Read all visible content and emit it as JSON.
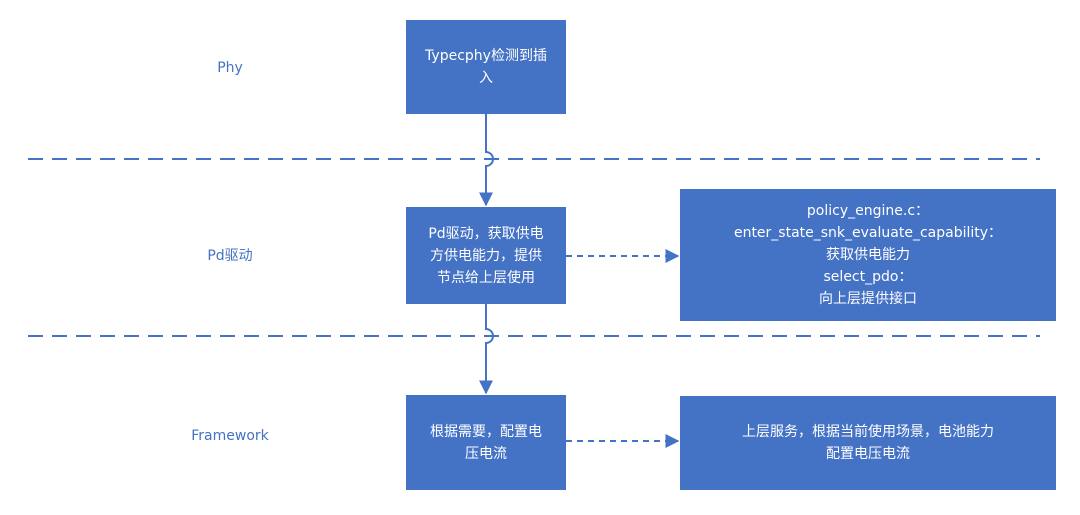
{
  "layers": {
    "phy": "Phy",
    "pd": "Pd驱动",
    "framework": "Framework"
  },
  "boxes": {
    "phy_detect": [
      "Typecphy检测到插",
      "入"
    ],
    "pd_driver": [
      "Pd驱动，获取供电",
      "方供电能力，提供",
      "节点给上层使用"
    ],
    "policy_engine": [
      "policy_engine.c：",
      "enter_state_snk_evaluate_capability：",
      "获取供电能力",
      "select_pdo：",
      "向上层提供接口"
    ],
    "framework_config": [
      "根据需要，配置电",
      "压电流"
    ],
    "upper_service": [
      "上层服务，根据当前使用场景，电池能力",
      "配置电压电流"
    ]
  },
  "colors": {
    "box_fill": "#4472C4",
    "box_text": "#ffffff",
    "label_text": "#4472C4",
    "line": "#4472C4"
  }
}
